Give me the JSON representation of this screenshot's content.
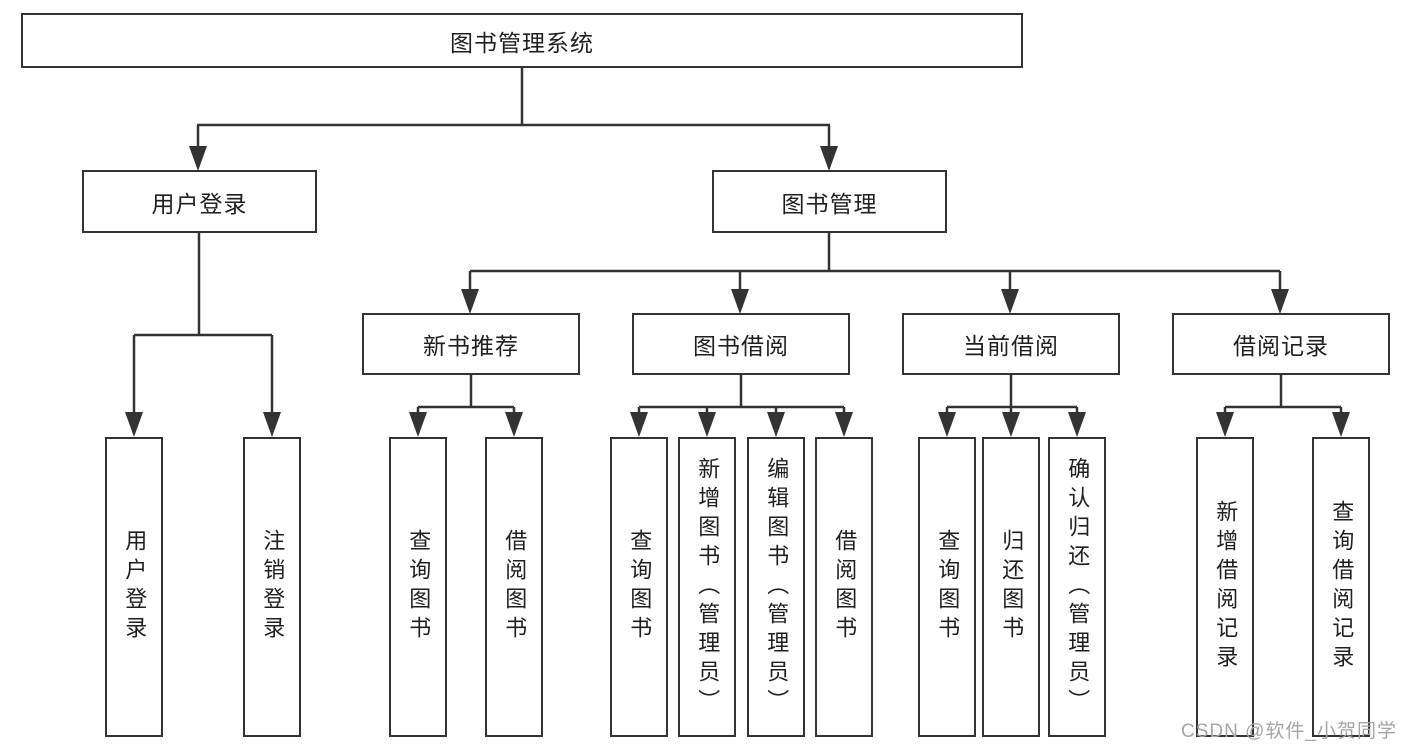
{
  "diagram_title": "图书管理系统",
  "tree": {
    "label": "图书管理系统",
    "children": [
      {
        "label": "用户登录",
        "children": [
          {
            "label": "用户登录"
          },
          {
            "label": "注销登录"
          }
        ]
      },
      {
        "label": "图书管理",
        "children": [
          {
            "label": "新书推荐",
            "children": [
              {
                "label": "查询图书"
              },
              {
                "label": "借阅图书"
              }
            ]
          },
          {
            "label": "图书借阅",
            "children": [
              {
                "label": "查询图书"
              },
              {
                "label": "新增图书（管理员）"
              },
              {
                "label": "编辑图书（管理员）"
              },
              {
                "label": "借阅图书"
              }
            ]
          },
          {
            "label": "当前借阅",
            "children": [
              {
                "label": "查询图书"
              },
              {
                "label": "归还图书"
              },
              {
                "label": "确认归还（管理员）"
              }
            ]
          },
          {
            "label": "借阅记录",
            "children": [
              {
                "label": "新增借阅记录"
              },
              {
                "label": "查询借阅记录"
              }
            ]
          }
        ]
      }
    ]
  },
  "watermark": {
    "text": "CSDN @软件_小贺同学"
  },
  "colors": {
    "line": "#333333",
    "text": "#1f1f1f",
    "watermark": "#a5a5a5",
    "background": "#ffffff"
  }
}
